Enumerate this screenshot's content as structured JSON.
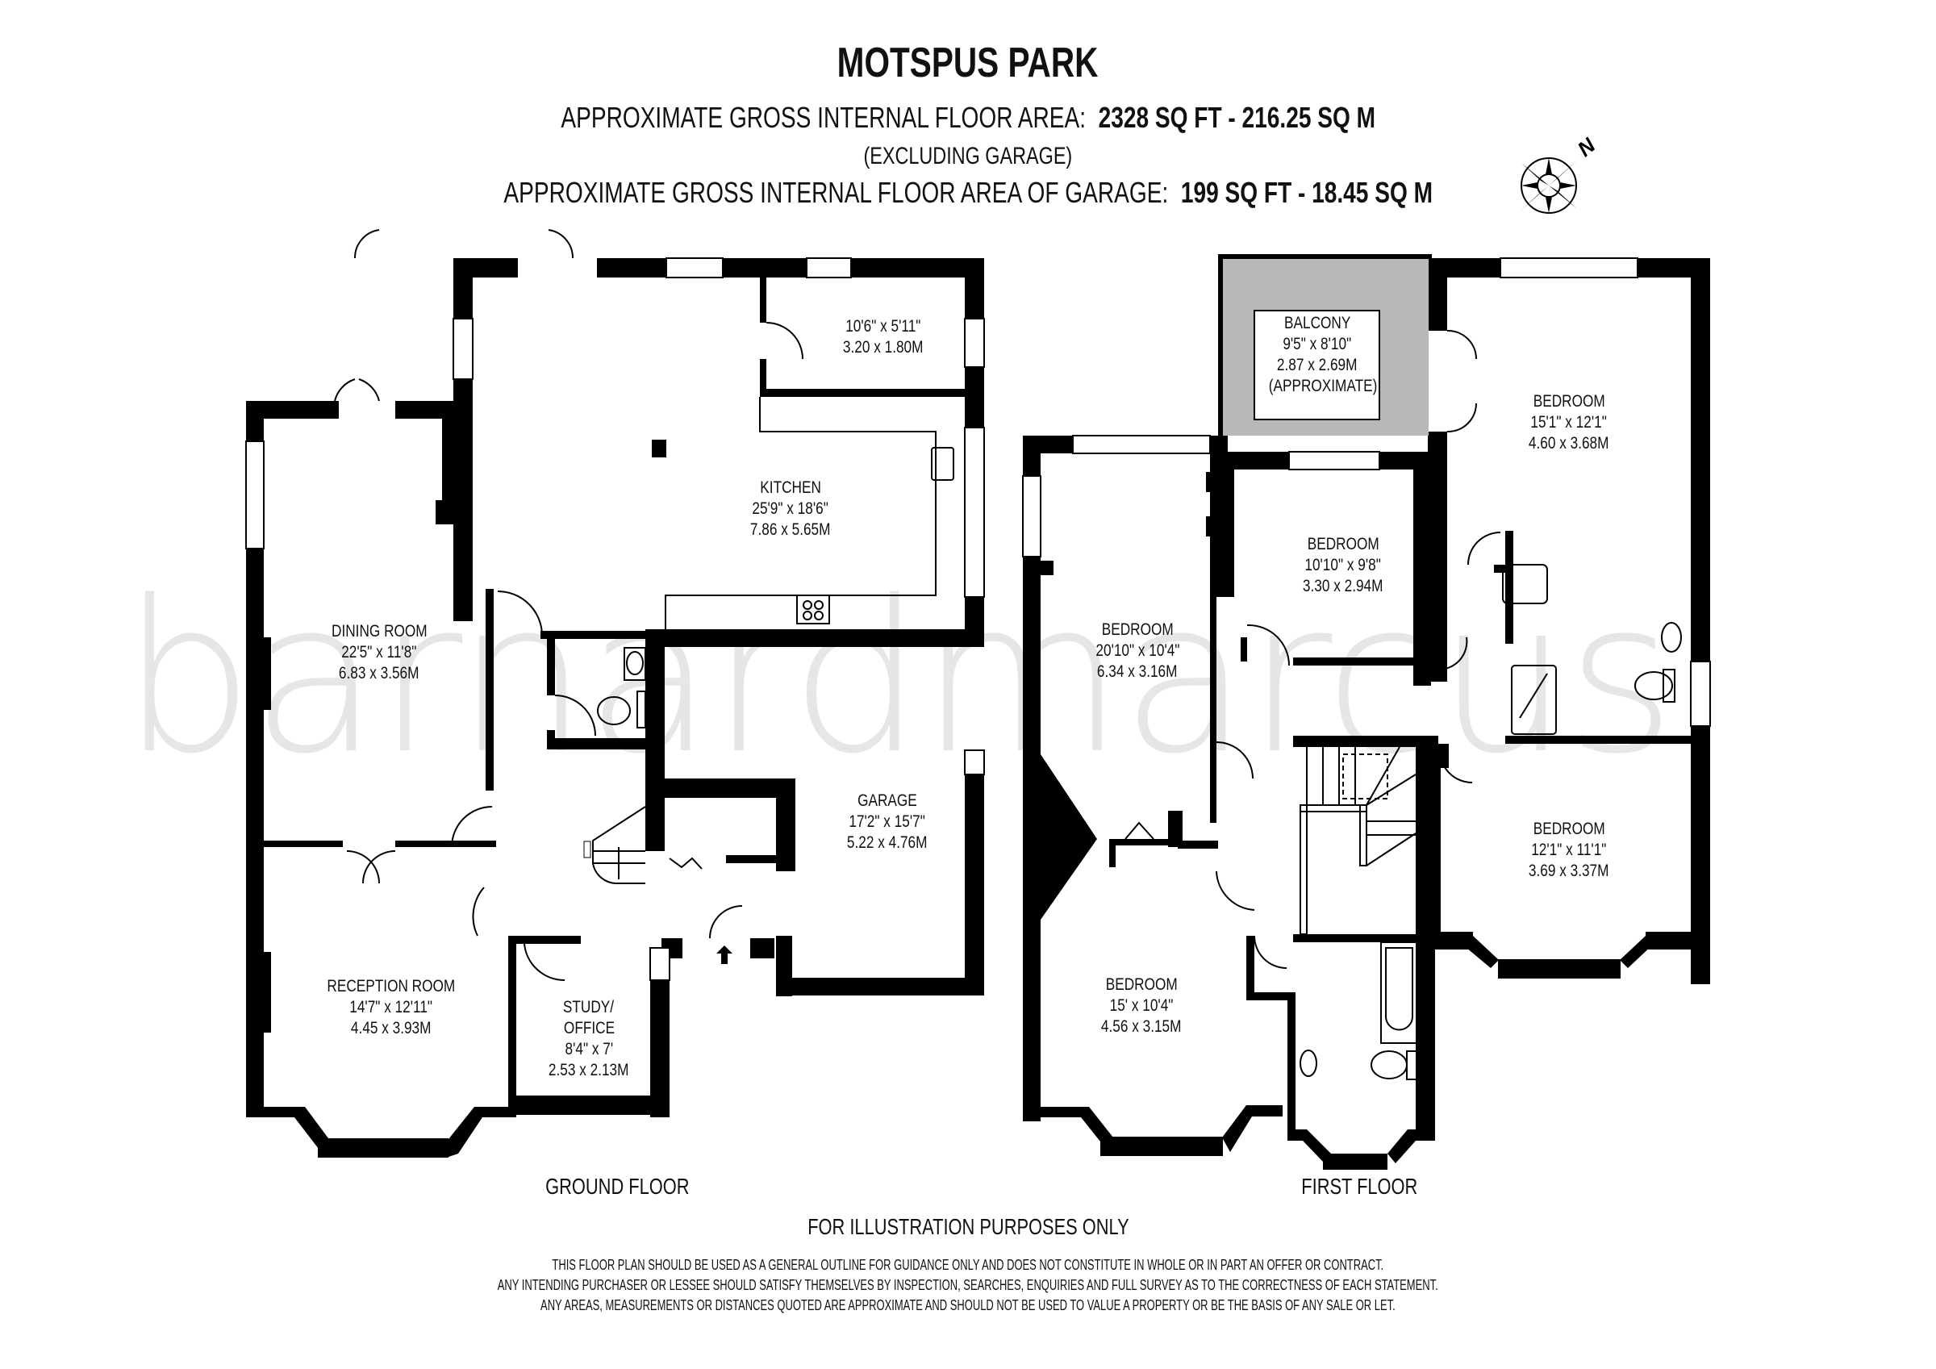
{
  "header": {
    "title": "MOTSPUS PARK",
    "area_label": "APPROXIMATE GROSS INTERNAL FLOOR AREA:",
    "area_value": "2328 SQ FT  -  216.25 SQ M",
    "area_note": "(EXCLUDING GARAGE)",
    "garage_area_label": "APPROXIMATE GROSS INTERNAL FLOOR AREA OF GARAGE:",
    "garage_area_value": "199 SQ FT  -  18.45 SQ M"
  },
  "compass": {
    "icon": "compass-rose-icon",
    "north_label": "N"
  },
  "watermark": "barnardmarcus",
  "ground_floor": {
    "label": "GROUND FLOOR",
    "rooms": [
      {
        "name": "",
        "imperial": "10'6\" x 5'11\"",
        "metric": "3.20 x 1.80M"
      },
      {
        "name": "KITCHEN",
        "imperial": "25'9\" x 18'6\"",
        "metric": "7.86 x 5.65M"
      },
      {
        "name": "DINING ROOM",
        "imperial": "22'5\" x 11'8\"",
        "metric": "6.83 x 3.56M"
      },
      {
        "name": "GARAGE",
        "imperial": "17'2\" x 15'7\"",
        "metric": "5.22 x 4.76M"
      },
      {
        "name": "RECEPTION ROOM",
        "imperial": "14'7\" x 12'11\"",
        "metric": "4.45 x 3.93M"
      },
      {
        "name": "STUDY/",
        "name2": "OFFICE",
        "imperial": "8'4\" x 7'",
        "metric": "2.53 x 2.13M"
      }
    ]
  },
  "first_floor": {
    "label": "FIRST FLOOR",
    "rooms": [
      {
        "name": "BALCONY",
        "imperial": "9'5\" x 8'10\"",
        "metric": "2.87 x 2.69M",
        "note": "(APPROXIMATE)"
      },
      {
        "name": "BEDROOM",
        "imperial": "15'1\" x 12'1\"",
        "metric": "4.60 x 3.68M"
      },
      {
        "name": "BEDROOM",
        "imperial": "10'10\" x 9'8\"",
        "metric": "3.30 x 2.94M"
      },
      {
        "name": "BEDROOM",
        "imperial": "20'10\" x 10'4\"",
        "metric": "6.34 x 3.16M"
      },
      {
        "name": "BEDROOM",
        "imperial": "12'1\" x 11'1\"",
        "metric": "3.69 x 3.37M"
      },
      {
        "name": "BEDROOM",
        "imperial": "15' x 10'4\"",
        "metric": "4.56 x 3.15M"
      }
    ]
  },
  "footer": {
    "illustration_note": "FOR ILLUSTRATION PURPOSES ONLY",
    "disclaimer": [
      "THIS FLOOR PLAN SHOULD BE USED AS A GENERAL OUTLINE FOR GUIDANCE ONLY AND DOES NOT CONSTITUTE IN WHOLE OR IN PART AN OFFER OR CONTRACT.",
      "ANY INTENDING PURCHASER OR LESSEE SHOULD SATISFY THEMSELVES BY INSPECTION, SEARCHES, ENQUIRIES AND FULL SURVEY AS TO THE CORRECTNESS OF EACH STATEMENT.",
      "ANY AREAS, MEASUREMENTS OR DISTANCES QUOTED ARE APPROXIMATE AND SHOULD NOT BE USED TO VALUE A PROPERTY OR BE THE BASIS OF ANY SALE OR LET."
    ]
  },
  "colors": {
    "wall": "#000000",
    "balcony_fill": "#b8b8b8",
    "watermark": "#e6e6e6",
    "background": "#ffffff"
  }
}
